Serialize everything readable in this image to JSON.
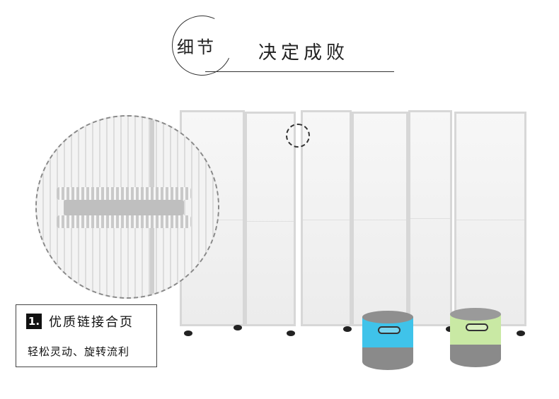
{
  "header": {
    "circle_label": "细节",
    "title": "决定成败"
  },
  "feature": {
    "number": "1.",
    "heading": "优质链接合页",
    "subheading": "轻松灵动、旋转流利"
  },
  "colors": {
    "stool_left": "#3fc3ea",
    "stool_right": "#c9e9a4",
    "stool_base": "#8a8a8a"
  },
  "icons": [
    "hinge-zoom-circle",
    "hinge-marker-circle"
  ]
}
